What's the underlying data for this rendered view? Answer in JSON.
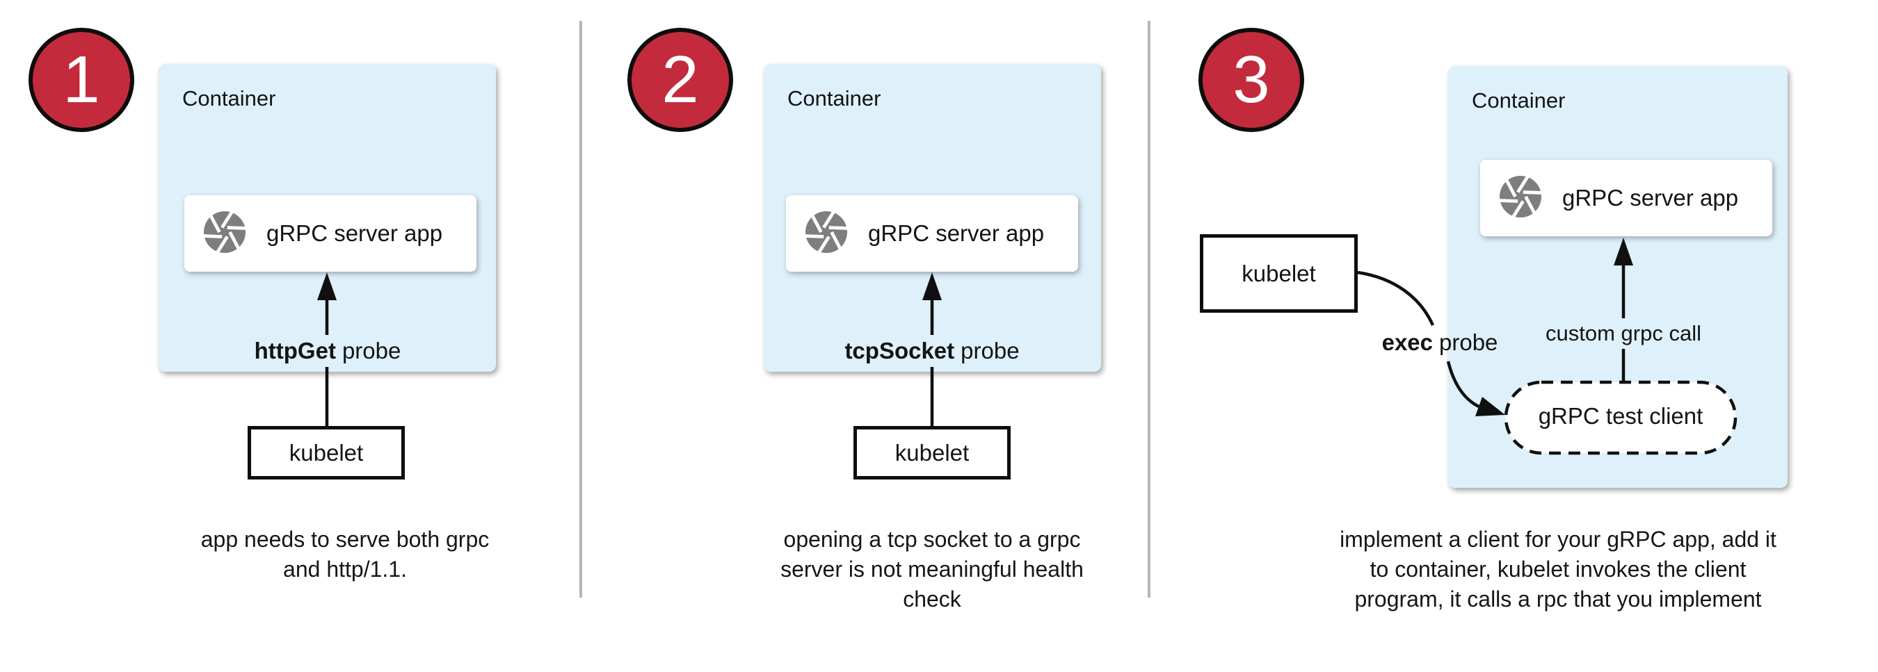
{
  "colors": {
    "accent_red": "#c32b3c",
    "container_blue": "#def0fa",
    "icon_gray": "#7e7e7e",
    "divider_gray": "#b5b5b5",
    "line_black": "#101010"
  },
  "panels": [
    {
      "number": "1",
      "container_label": "Container",
      "app_label": "gRPC server app",
      "app_icon": "aperture-shutter-icon",
      "probe_bold": "httpGet",
      "probe_rest": "probe",
      "kubelet_label": "kubelet",
      "caption": [
        "app needs to serve both grpc",
        "and http/1.1."
      ]
    },
    {
      "number": "2",
      "container_label": "Container",
      "app_label": "gRPC server app",
      "app_icon": "aperture-shutter-icon",
      "probe_bold": "tcpSocket",
      "probe_rest": "probe",
      "kubelet_label": "kubelet",
      "caption": [
        "opening a tcp socket to a grpc",
        "server is not meaningful health",
        "check"
      ]
    },
    {
      "number": "3",
      "container_label": "Container",
      "app_label": "gRPC server app",
      "app_icon": "aperture-shutter-icon",
      "probe_bold": "exec",
      "probe_rest": "probe",
      "kubelet_label": "kubelet",
      "custom_call_label": "custom grpc call",
      "test_client_label": "gRPC test client",
      "caption": [
        "implement a client for your gRPC app, add it",
        "to container, kubelet invokes the client",
        "program, it calls a rpc that you implement"
      ]
    }
  ]
}
